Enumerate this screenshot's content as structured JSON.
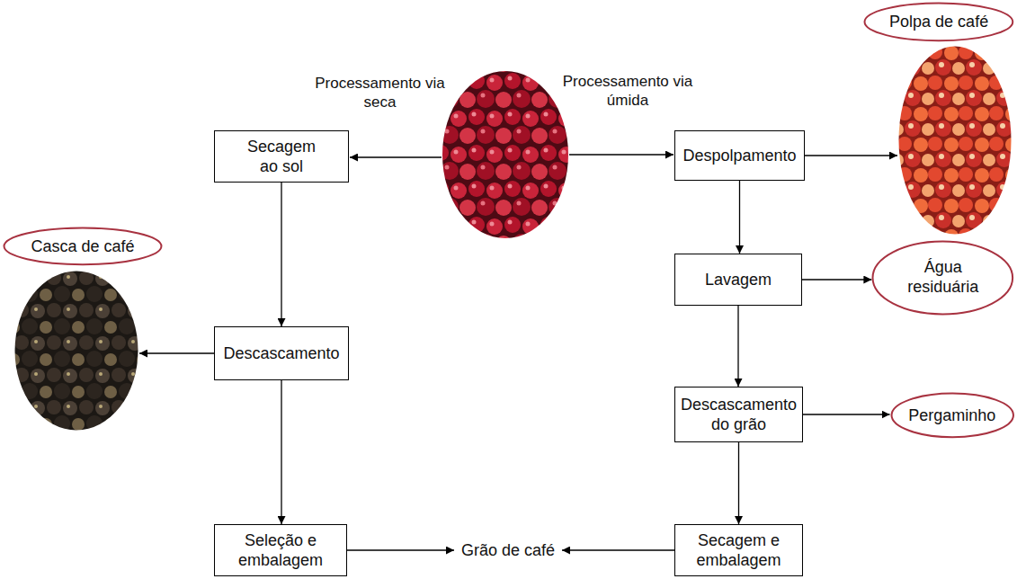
{
  "diagram": {
    "nodes": [
      {
        "text": [
          "Polpa de café"
        ]
      },
      {
        "text": [
          "Secagem ao sol"
        ]
      },
      {
        "text": [
          "Despolpamento"
        ]
      },
      {
        "text": [
          "Casca de café"
        ]
      },
      {
        "text": [
          "Lavagem"
        ]
      },
      {
        "text": [
          "Água residuária"
        ]
      },
      {
        "text": [
          "Descascamento"
        ]
      },
      {
        "text": [
          "Descascamento do grão"
        ]
      },
      {
        "text": [
          "Pergaminho"
        ]
      },
      {
        "text": [
          "Seleção e embalagem"
        ]
      },
      {
        "text": [
          "Grão de café"
        ]
      },
      {
        "text": [
          "Secagem e embalagem"
        ]
      }
    ],
    "edges": [
      {
        "from": 1,
        "to": 6,
        "arrow": "to"
      },
      {
        "from": 6,
        "to": 3,
        "arrow": "to"
      },
      {
        "from": 6,
        "to": 9,
        "arrow": "to"
      },
      {
        "from": 9,
        "to": 10,
        "arrow": "to"
      },
      {
        "from": 2,
        "to": 0,
        "arrow": "to"
      },
      {
        "from": 2,
        "to": 4,
        "arrow": "to"
      },
      {
        "from": 4,
        "to": 5,
        "arrow": "to"
      },
      {
        "from": 4,
        "to": 7,
        "arrow": "to"
      },
      {
        "from": 7,
        "to": 8,
        "arrow": "to"
      },
      {
        "from": 7,
        "to": 11,
        "arrow": "to"
      },
      {
        "from": 11,
        "to": 10,
        "arrow": "to"
      }
    ],
    "labels": [
      "Processamento via seca",
      "Processamento via úmida"
    ]
  }
}
